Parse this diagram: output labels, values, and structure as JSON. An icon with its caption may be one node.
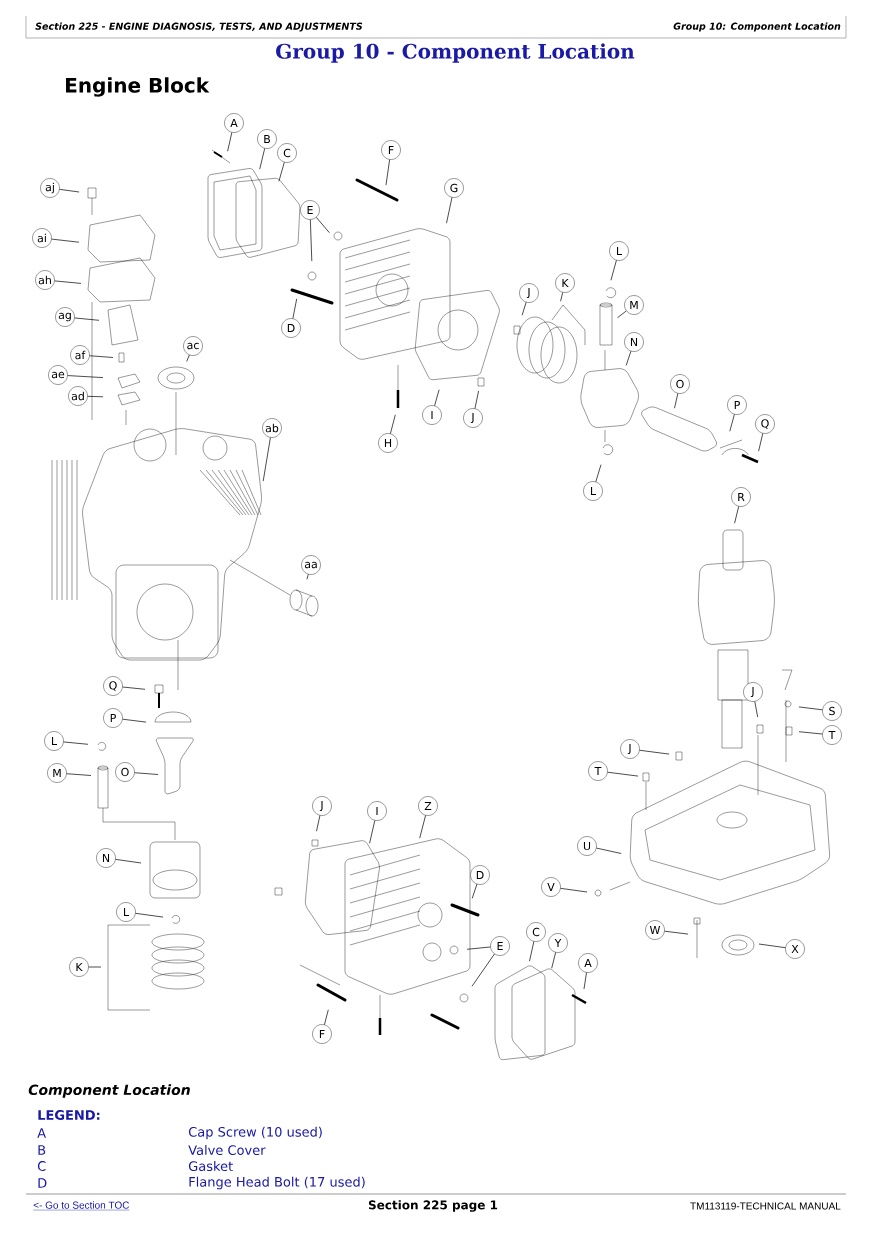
{
  "diagram": {
    "title": "Group 10 - Component Location",
    "nodes": [
      {
        "text": [
          "A"
        ]
      },
      {
        "text": [
          "B"
        ]
      },
      {
        "text": [
          "C"
        ]
      },
      {
        "text": [
          "F"
        ]
      },
      {
        "text": [
          "G"
        ]
      },
      {
        "text": [
          "E"
        ]
      },
      {
        "text": [
          "aj"
        ]
      },
      {
        "text": [
          "ai"
        ]
      },
      {
        "text": [
          "ah"
        ]
      },
      {
        "text": [
          "ag"
        ]
      },
      {
        "text": [
          "D"
        ]
      },
      {
        "text": [
          "ac"
        ]
      },
      {
        "text": [
          "af"
        ]
      },
      {
        "text": [
          "ae"
        ]
      },
      {
        "text": [
          "ad"
        ]
      },
      {
        "text": [
          "L"
        ]
      },
      {
        "text": [
          "K"
        ]
      },
      {
        "text": [
          "J"
        ]
      },
      {
        "text": [
          "M"
        ]
      },
      {
        "text": [
          "N"
        ]
      },
      {
        "text": [
          "O"
        ]
      },
      {
        "text": [
          "I"
        ]
      },
      {
        "text": [
          "J"
        ]
      },
      {
        "text": [
          "P"
        ]
      },
      {
        "text": [
          "Q"
        ]
      },
      {
        "text": [
          "ab"
        ]
      },
      {
        "text": [
          "H"
        ]
      },
      {
        "text": [
          "L"
        ]
      },
      {
        "text": [
          "R"
        ]
      },
      {
        "text": [
          "aa"
        ]
      },
      {
        "text": [
          "Q"
        ]
      },
      {
        "text": [
          "J"
        ]
      },
      {
        "text": [
          "S"
        ]
      },
      {
        "text": [
          "P"
        ]
      },
      {
        "text": [
          "T"
        ]
      },
      {
        "text": [
          "L"
        ]
      },
      {
        "text": [
          "J"
        ]
      },
      {
        "text": [
          "M"
        ]
      },
      {
        "text": [
          "O"
        ]
      },
      {
        "text": [
          "T"
        ]
      },
      {
        "text": [
          "J"
        ]
      },
      {
        "text": [
          "I"
        ]
      },
      {
        "text": [
          "Z"
        ]
      },
      {
        "text": [
          "U"
        ]
      },
      {
        "text": [
          "N"
        ]
      },
      {
        "text": [
          "D"
        ]
      },
      {
        "text": [
          "V"
        ]
      },
      {
        "text": [
          "L"
        ]
      },
      {
        "text": [
          "W"
        ]
      },
      {
        "text": [
          "C"
        ]
      },
      {
        "text": [
          "E"
        ]
      },
      {
        "text": [
          "Y"
        ]
      },
      {
        "text": [
          "X"
        ]
      },
      {
        "text": [
          "K"
        ]
      },
      {
        "text": [
          "A"
        ]
      },
      {
        "text": [
          "F"
        ]
      }
    ],
    "edges": [
      {
        "from": 0,
        "to": null,
        "arrow": "none"
      },
      {
        "from": 1,
        "to": null,
        "arrow": "none"
      },
      {
        "from": 2,
        "to": null,
        "arrow": "none"
      },
      {
        "from": 3,
        "to": null,
        "arrow": "none"
      },
      {
        "from": 4,
        "to": null,
        "arrow": "none"
      },
      {
        "from": 5,
        "to": null,
        "arrow": "none"
      },
      {
        "from": 5,
        "to": null,
        "arrow": "none"
      },
      {
        "from": 6,
        "to": null,
        "arrow": "none"
      },
      {
        "from": 7,
        "to": null,
        "arrow": "none"
      },
      {
        "from": 8,
        "to": null,
        "arrow": "none"
      },
      {
        "from": 9,
        "to": null,
        "arrow": "none"
      },
      {
        "from": 10,
        "to": null,
        "arrow": "none"
      },
      {
        "from": 11,
        "to": null,
        "arrow": "none"
      },
      {
        "from": 12,
        "to": null,
        "arrow": "none"
      },
      {
        "from": 13,
        "to": null,
        "arrow": "none"
      },
      {
        "from": 14,
        "to": null,
        "arrow": "none"
      },
      {
        "from": 15,
        "to": null,
        "arrow": "none"
      },
      {
        "from": 16,
        "to": null,
        "arrow": "none"
      },
      {
        "from": 17,
        "to": null,
        "arrow": "none"
      },
      {
        "from": 18,
        "to": null,
        "arrow": "none"
      },
      {
        "from": 19,
        "to": null,
        "arrow": "none"
      },
      {
        "from": 20,
        "to": null,
        "arrow": "none"
      },
      {
        "from": 21,
        "to": null,
        "arrow": "none"
      },
      {
        "from": 22,
        "to": null,
        "arrow": "none"
      },
      {
        "from": 23,
        "to": null,
        "arrow": "none"
      },
      {
        "from": 24,
        "to": null,
        "arrow": "none"
      },
      {
        "from": 25,
        "to": null,
        "arrow": "none"
      },
      {
        "from": 26,
        "to": null,
        "arrow": "none"
      },
      {
        "from": 27,
        "to": null,
        "arrow": "none"
      },
      {
        "from": 28,
        "to": null,
        "arrow": "none"
      },
      {
        "from": 29,
        "to": null,
        "arrow": "none"
      },
      {
        "from": 30,
        "to": null,
        "arrow": "none"
      },
      {
        "from": 31,
        "to": null,
        "arrow": "none"
      },
      {
        "from": 32,
        "to": null,
        "arrow": "none"
      },
      {
        "from": 33,
        "to": null,
        "arrow": "none"
      },
      {
        "from": 34,
        "to": null,
        "arrow": "none"
      },
      {
        "from": 35,
        "to": null,
        "arrow": "none"
      },
      {
        "from": 36,
        "to": null,
        "arrow": "none"
      },
      {
        "from": 37,
        "to": null,
        "arrow": "none"
      },
      {
        "from": 38,
        "to": null,
        "arrow": "none"
      },
      {
        "from": 39,
        "to": null,
        "arrow": "none"
      },
      {
        "from": 40,
        "to": null,
        "arrow": "none"
      },
      {
        "from": 41,
        "to": null,
        "arrow": "none"
      },
      {
        "from": 42,
        "to": null,
        "arrow": "none"
      },
      {
        "from": 43,
        "to": null,
        "arrow": "none"
      },
      {
        "from": 44,
        "to": null,
        "arrow": "none"
      },
      {
        "from": 45,
        "to": null,
        "arrow": "none"
      },
      {
        "from": 46,
        "to": null,
        "arrow": "none"
      },
      {
        "from": 47,
        "to": null,
        "arrow": "none"
      },
      {
        "from": 48,
        "to": null,
        "arrow": "none"
      },
      {
        "from": 49,
        "to": null,
        "arrow": "none"
      },
      {
        "from": 50,
        "to": null,
        "arrow": "none"
      },
      {
        "from": 50,
        "to": null,
        "arrow": "none"
      },
      {
        "from": 51,
        "to": null,
        "arrow": "none"
      },
      {
        "from": 52,
        "to": null,
        "arrow": "none"
      },
      {
        "from": 53,
        "to": null,
        "arrow": "none"
      },
      {
        "from": 54,
        "to": null,
        "arrow": "none"
      },
      {
        "from": 55,
        "to": null,
        "arrow": "none"
      }
    ],
    "labels": [
      "Section 225 - ENGINE DIAGNOSIS, TESTS, AND ADJUSTMENTS",
      "Group 10: Component Location",
      "Engine Block",
      "Component Location",
      "LEGEND:",
      "A",
      "Cap Screw (10 used)",
      "B",
      "Valve Cover",
      "C",
      "Gasket",
      "D",
      "Flange Head Bolt (17 used)",
      "<- Go to Section TOC",
      "Section 225 page 1",
      "TM113119-TECHNICAL MANUAL"
    ]
  }
}
